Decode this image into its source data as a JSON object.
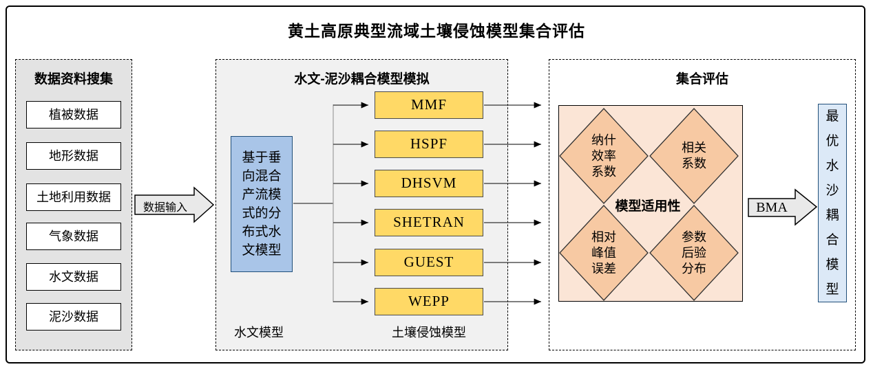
{
  "title": "黄土高原典型流域土壤侵蚀模型集合评估",
  "colors": {
    "left_panel_bg": "#e3e3e3",
    "mid_panel_bg": "#f1f1f1",
    "hydrology_box_blue": "#a9c5e8",
    "model_box_yellow": "#ffd966",
    "evaluation_box_peach": "#fbe5d6",
    "diamond_peach": "#f7c9a3",
    "result_box_blue": "#dce9f7",
    "block_arrow_gray": "#e9e9e9"
  },
  "data_collection": {
    "header": "数据资料搜集",
    "items": [
      "植被数据",
      "地形数据",
      "土地利用数据",
      "气象数据",
      "水文数据",
      "泥沙数据"
    ]
  },
  "data_input_arrow": {
    "label": "数据输入"
  },
  "simulation": {
    "header": "水文-泥沙耦合模型模拟",
    "hydrology_model": "基于垂向混合产流模式的分布式水文模型",
    "erosion_models": [
      "MMF",
      "HSPF",
      "DHSVM",
      "SHETRAN",
      "GUEST",
      "WEPP"
    ],
    "hydrology_label": "水文模型",
    "erosion_label": "土壤侵蚀模型"
  },
  "evaluation": {
    "header": "集合评估",
    "center_label": "模型适用性",
    "criteria": [
      "纳什效率系数",
      "相关系数",
      "相对峰值误差",
      "参数后验分布"
    ],
    "bma_label": "BMA",
    "result": "最优水沙耦合模型"
  }
}
